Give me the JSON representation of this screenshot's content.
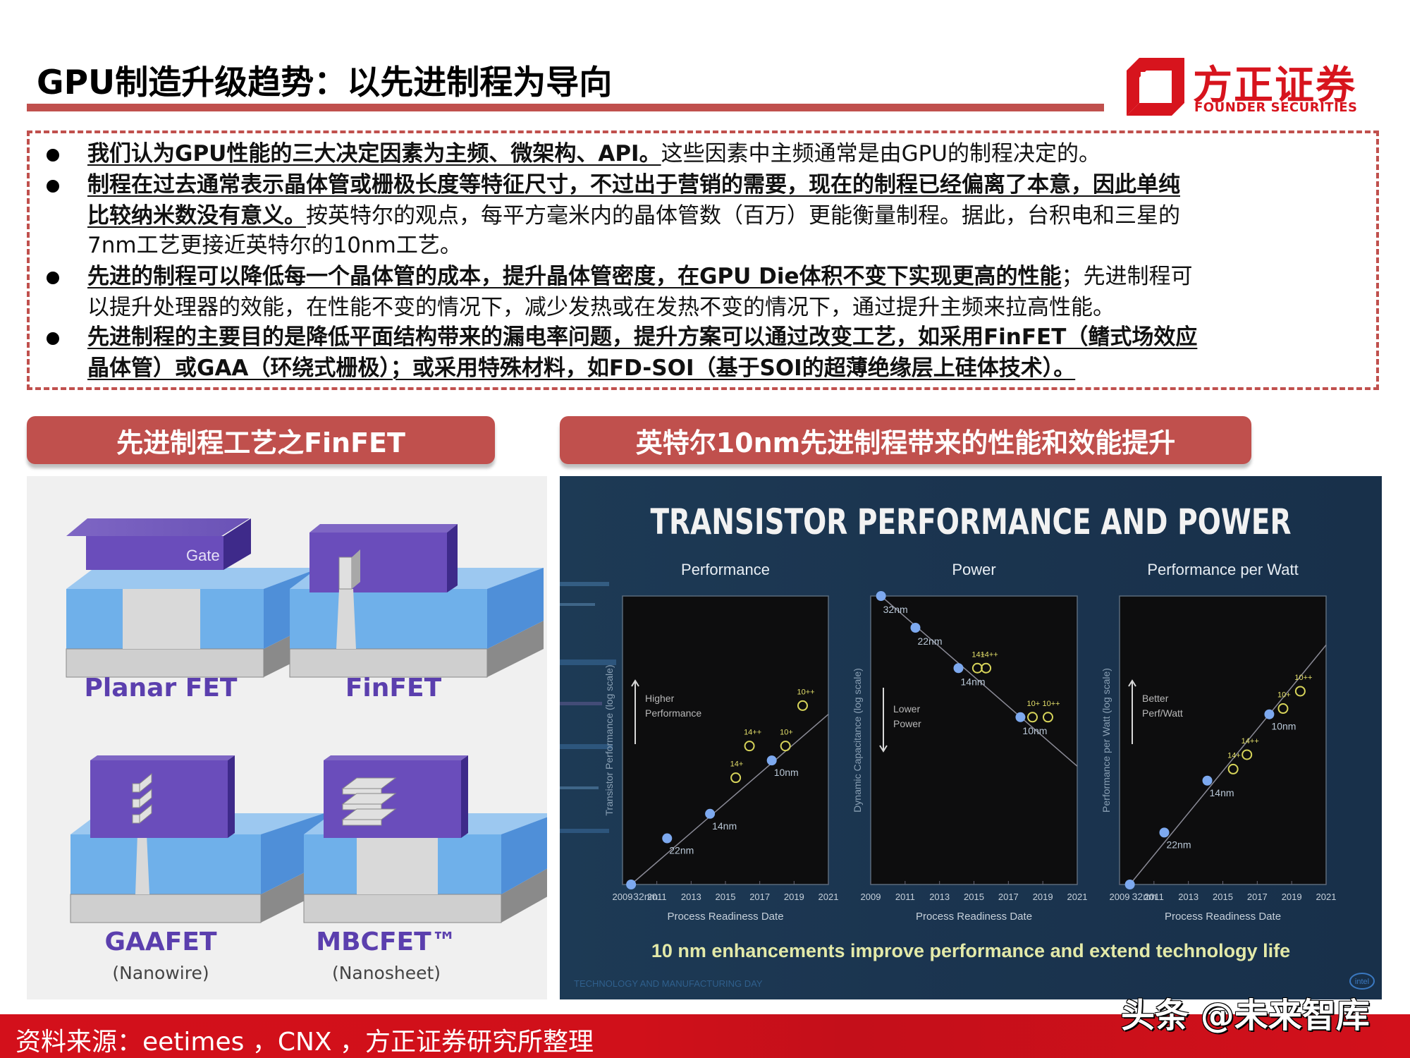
{
  "header": {
    "title": "GPU制造升级趋势：以先进制程为导向",
    "logo_cn": "方正证券",
    "logo_en": "FOUNDER SECURITIES",
    "brand_color": "#d7141d",
    "accent_color": "#c0504d"
  },
  "bullets": [
    {
      "lines": [
        {
          "bold": "我们认为GPU性能的三大决定因素为主频、微架构、API。",
          "normal": "这些因素中主频通常是由GPU的制程决定的。"
        }
      ]
    },
    {
      "lines": [
        {
          "bold": "制程在过去通常表示晶体管或栅极长度等特征尺寸，不过出于营销的需要，现在的制程已经偏离了本意，因此单纯",
          "normal": ""
        },
        {
          "bold": "比较纳米数没有意义。",
          "normal": "按英特尔的观点，每平方毫米内的晶体管数（百万）更能衡量制程。据此，台积电和三星的"
        },
        {
          "bold": "",
          "normal": "7nm工艺更接近英特尔的10nm工艺。"
        }
      ]
    },
    {
      "lines": [
        {
          "bold": "先进的制程可以降低每一个晶体管的成本，提升晶体管密度，在GPU Die体积不变下实现更高的性能",
          "normal": "；先进制程可"
        },
        {
          "bold": "",
          "normal": "以提升处理器的效能，在性能不变的情况下，减少发热或在发热不变的情况下，通过提升主频来拉高性能。"
        }
      ]
    },
    {
      "lines": [
        {
          "bold": "先进制程的主要目的是降低平面结构带来的漏电率问题，提升方案可以通过改变工艺，如采用FinFET（鳍式场效应",
          "normal": ""
        },
        {
          "bold": "晶体管）或GAA（环绕式栅极）；或采用特殊材料，如FD-SOI（基于SOI的超薄绝缘层上硅体技术）。",
          "normal": ""
        }
      ]
    }
  ],
  "left_section": {
    "title": "先进制程工艺之FinFET",
    "gate_label": "Gate",
    "items": [
      {
        "name": "Planar FET",
        "sub": ""
      },
      {
        "name": "FinFET",
        "sub": ""
      },
      {
        "name": "GAAFET",
        "sub": "(Nanowire)"
      },
      {
        "name": "MBCFET™",
        "sub": "(Nanosheet)"
      }
    ]
  },
  "right_section": {
    "title": "英特尔10nm先进制程带来的性能和效能提升",
    "slide_title": "TRANSISTOR PERFORMANCE AND POWER",
    "caption": "10 nm enhancements improve performance and extend technology life",
    "event_label": "TECHNOLOGY AND MANUFACTURING DAY",
    "vendor_logo": "intel"
  },
  "chart_data": [
    {
      "type": "scatter",
      "title": "Performance",
      "xlabel": "Process Readiness Date",
      "ylabel": "Transistor Performance (log scale)",
      "annotation": [
        "Higher",
        "Performance"
      ],
      "annotation_direction": "up",
      "xlim": [
        2009,
        2021
      ],
      "x_ticks": [
        "2009",
        "2011",
        "2013",
        "2015",
        "2017",
        "2019",
        "2021"
      ],
      "ylim": [
        0,
        1
      ],
      "y_units": "relative (log scale, unlabeled)",
      "trend": [
        [
          2009.5,
          0.0
        ],
        [
          2021,
          0.59
        ]
      ],
      "series": [
        {
          "name": "node",
          "points": [
            {
              "label": "32nm",
              "x": 2009.5,
              "y": 0.0
            },
            {
              "label": "22nm",
              "x": 2011.6,
              "y": 0.16
            },
            {
              "label": "14nm",
              "x": 2014.1,
              "y": 0.245
            },
            {
              "label": "10nm",
              "x": 2017.7,
              "y": 0.43
            }
          ]
        },
        {
          "name": "enhancement",
          "points": [
            {
              "label": "14+",
              "x": 2015.6,
              "y": 0.37
            },
            {
              "label": "14++",
              "x": 2016.4,
              "y": 0.48
            },
            {
              "label": "10+",
              "x": 2018.5,
              "y": 0.48
            },
            {
              "label": "10++",
              "x": 2019.5,
              "y": 0.62
            }
          ]
        }
      ]
    },
    {
      "type": "scatter",
      "title": "Power",
      "xlabel": "Process Readiness Date",
      "ylabel": "Dynamic Capacitance (log scale)",
      "annotation": [
        "Lower",
        "Power"
      ],
      "annotation_direction": "down",
      "xlim": [
        2009,
        2021
      ],
      "x_ticks": [
        "2009",
        "2011",
        "2013",
        "2015",
        "2017",
        "2019",
        "2021"
      ],
      "ylim": [
        0,
        1
      ],
      "y_units": "relative (log scale, unlabeled)",
      "trend": [
        [
          2009.6,
          1.0
        ],
        [
          2021,
          0.41
        ]
      ],
      "series": [
        {
          "name": "node",
          "points": [
            {
              "label": "32nm",
              "x": 2009.6,
              "y": 1.0
            },
            {
              "label": "22nm",
              "x": 2011.6,
              "y": 0.89
            },
            {
              "label": "14nm",
              "x": 2014.1,
              "y": 0.75
            },
            {
              "label": "10nm",
              "x": 2017.7,
              "y": 0.58
            }
          ]
        },
        {
          "name": "enhancement",
          "points": [
            {
              "label": "14+",
              "x": 2015.2,
              "y": 0.75
            },
            {
              "label": "14++",
              "x": 2015.7,
              "y": 0.75
            },
            {
              "label": "10+",
              "x": 2018.4,
              "y": 0.58
            },
            {
              "label": "10++",
              "x": 2019.3,
              "y": 0.58
            }
          ]
        }
      ]
    },
    {
      "type": "scatter",
      "title": "Performance per Watt",
      "xlabel": "Process Readiness Date",
      "ylabel": "Performance per Watt (log scale)",
      "annotation": [
        "Better",
        "Perf/Watt"
      ],
      "annotation_direction": "up",
      "xlim": [
        2009,
        2021
      ],
      "x_ticks": [
        "2009",
        "2011",
        "2013",
        "2015",
        "2017",
        "2019",
        "2021"
      ],
      "ylim": [
        0,
        1
      ],
      "y_units": "relative (log scale, unlabeled)",
      "trend": [
        [
          2009.6,
          0.0
        ],
        [
          2021,
          0.83
        ]
      ],
      "series": [
        {
          "name": "node",
          "points": [
            {
              "label": "32nm",
              "x": 2009.6,
              "y": 0.0
            },
            {
              "label": "22nm",
              "x": 2011.6,
              "y": 0.18
            },
            {
              "label": "14nm",
              "x": 2014.1,
              "y": 0.36
            },
            {
              "label": "10nm",
              "x": 2017.7,
              "y": 0.59
            }
          ]
        },
        {
          "name": "enhancement",
          "points": [
            {
              "label": "14+",
              "x": 2015.6,
              "y": 0.4
            },
            {
              "label": "14++",
              "x": 2016.4,
              "y": 0.45
            },
            {
              "label": "10+",
              "x": 2018.5,
              "y": 0.61
            },
            {
              "label": "10++",
              "x": 2019.5,
              "y": 0.67
            }
          ]
        }
      ]
    }
  ],
  "footer": {
    "source": "资料来源：eetimes ，CNX ，方正证券研究所整理",
    "watermark": "头条 @未来智库"
  }
}
